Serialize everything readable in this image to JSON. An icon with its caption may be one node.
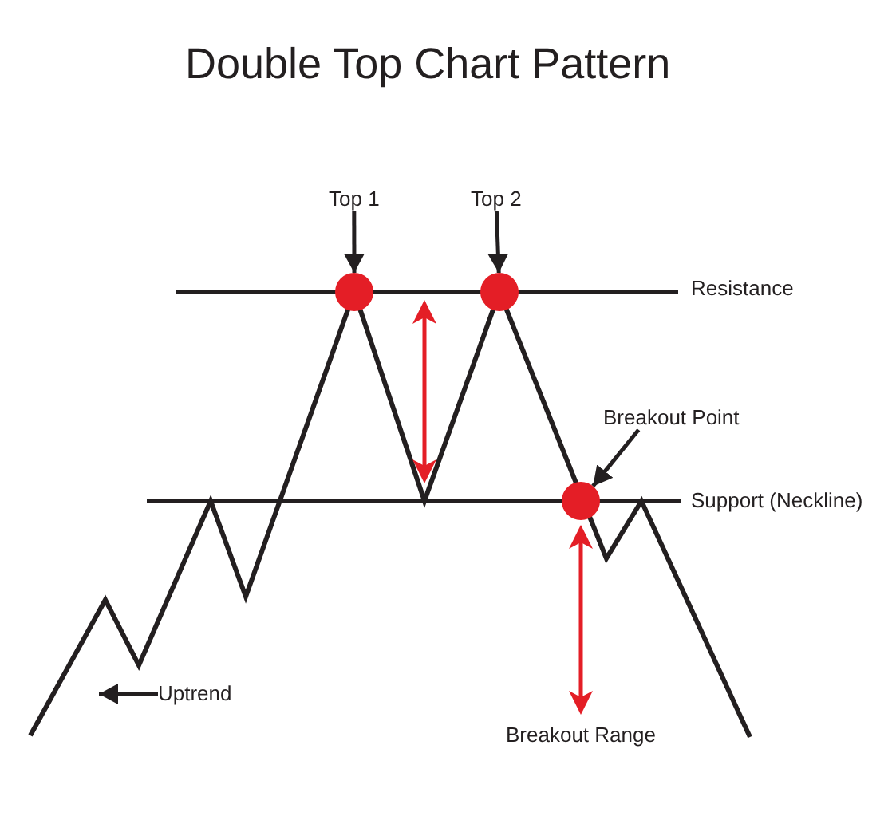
{
  "diagram": {
    "title": "Double Top Chart Pattern",
    "nodes": [
      {
        "text": [
          "Top 1"
        ]
      },
      {
        "text": [
          "Top 2"
        ]
      },
      {
        "text": [],
        "shape": "circle"
      },
      {
        "text": [],
        "shape": "circle"
      },
      {
        "text": [
          "Breakout Point"
        ]
      },
      {
        "text": [],
        "shape": "circle"
      },
      {
        "text": [
          "Uptrend"
        ]
      }
    ],
    "edges": [
      {
        "from": 0,
        "to": 2,
        "arrow": "to"
      },
      {
        "from": 1,
        "to": 3,
        "arrow": "to"
      },
      {
        "from": 4,
        "to": 5,
        "arrow": "to"
      },
      {
        "from": 6,
        "to": null,
        "arrow": "to"
      }
    ],
    "labels": [
      "Resistance",
      "Support (Neckline)",
      "Breakout Range"
    ]
  }
}
